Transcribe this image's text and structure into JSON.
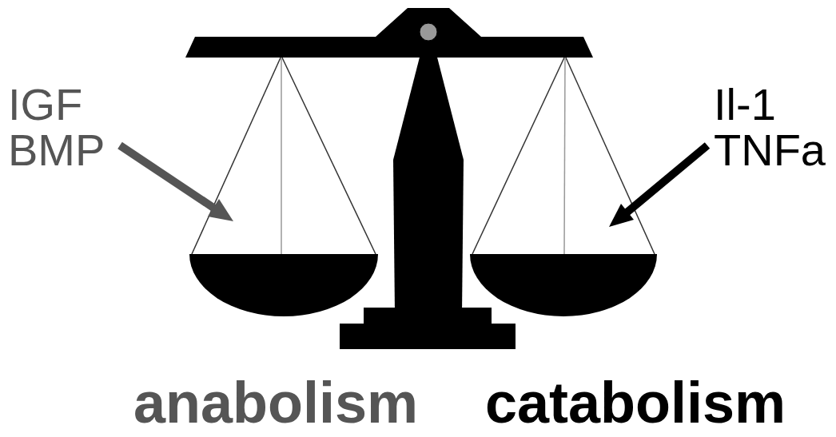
{
  "diagram": {
    "labels": [
      "IGF",
      "BMP",
      "Il-1",
      "TNFa",
      "anabolism",
      "catabolism"
    ]
  }
}
